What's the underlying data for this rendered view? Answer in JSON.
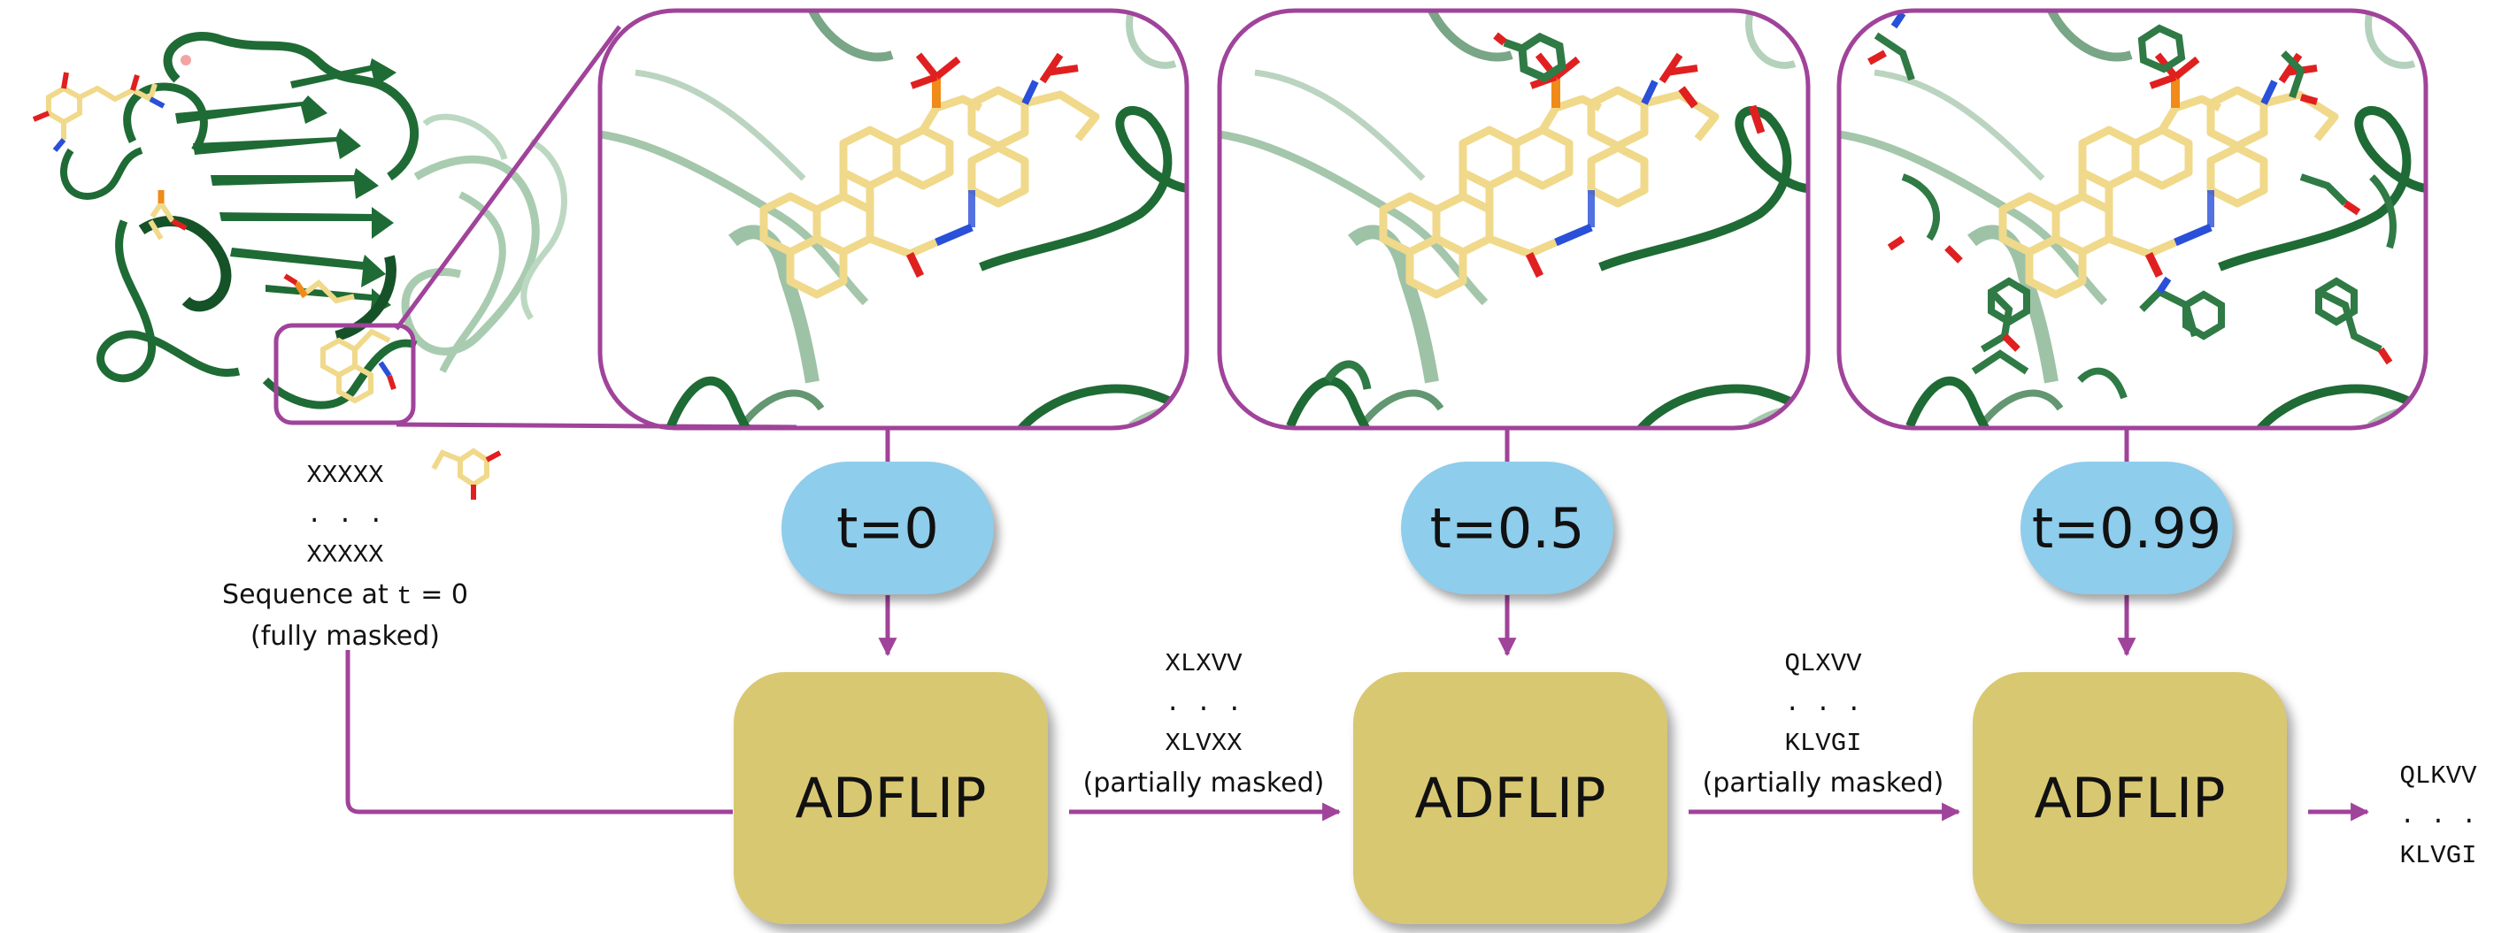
{
  "initial_sequence": {
    "line1": "XXXXX",
    "dots": ". . .",
    "line2": "XXXXX",
    "caption_prefix": "Sequence at ",
    "caption_t": "t",
    "caption_suffix": " = 0",
    "caption2": "(fully masked)"
  },
  "timesteps": [
    {
      "label": "t=0"
    },
    {
      "label": "t=0.5"
    },
    {
      "label": "t=0.99"
    }
  ],
  "models": [
    {
      "label": "ADFLIP"
    },
    {
      "label": "ADFLIP"
    },
    {
      "label": "ADFLIP"
    }
  ],
  "intermediate_sequences": [
    {
      "line1": "XLXVV",
      "dots": ". . .",
      "line2": "XLVXX",
      "note": "(partially masked)"
    },
    {
      "line1": "QLXVV",
      "dots": ". . .",
      "line2": "KLVGI",
      "note": "(partially masked)"
    }
  ],
  "final_sequence": {
    "line1": "QLKVV",
    "dots": ". . .",
    "line2": "KLVGI"
  },
  "colors": {
    "frame": "#a0439a",
    "arrow": "#a0439a",
    "protein_dark": "#1f6b35",
    "protein_light": "#6aa377",
    "ligand": "#f0d98a",
    "oxygen": "#e02020",
    "nitrogen": "#2a4fd8",
    "phosphorus": "#f08a18",
    "pill_fill": "#8ecdec",
    "model_fill": "#d9c872"
  },
  "icons": {
    "protein_overview": "protein-ribbon-icon",
    "pocket_view": "binding-pocket-icon"
  }
}
